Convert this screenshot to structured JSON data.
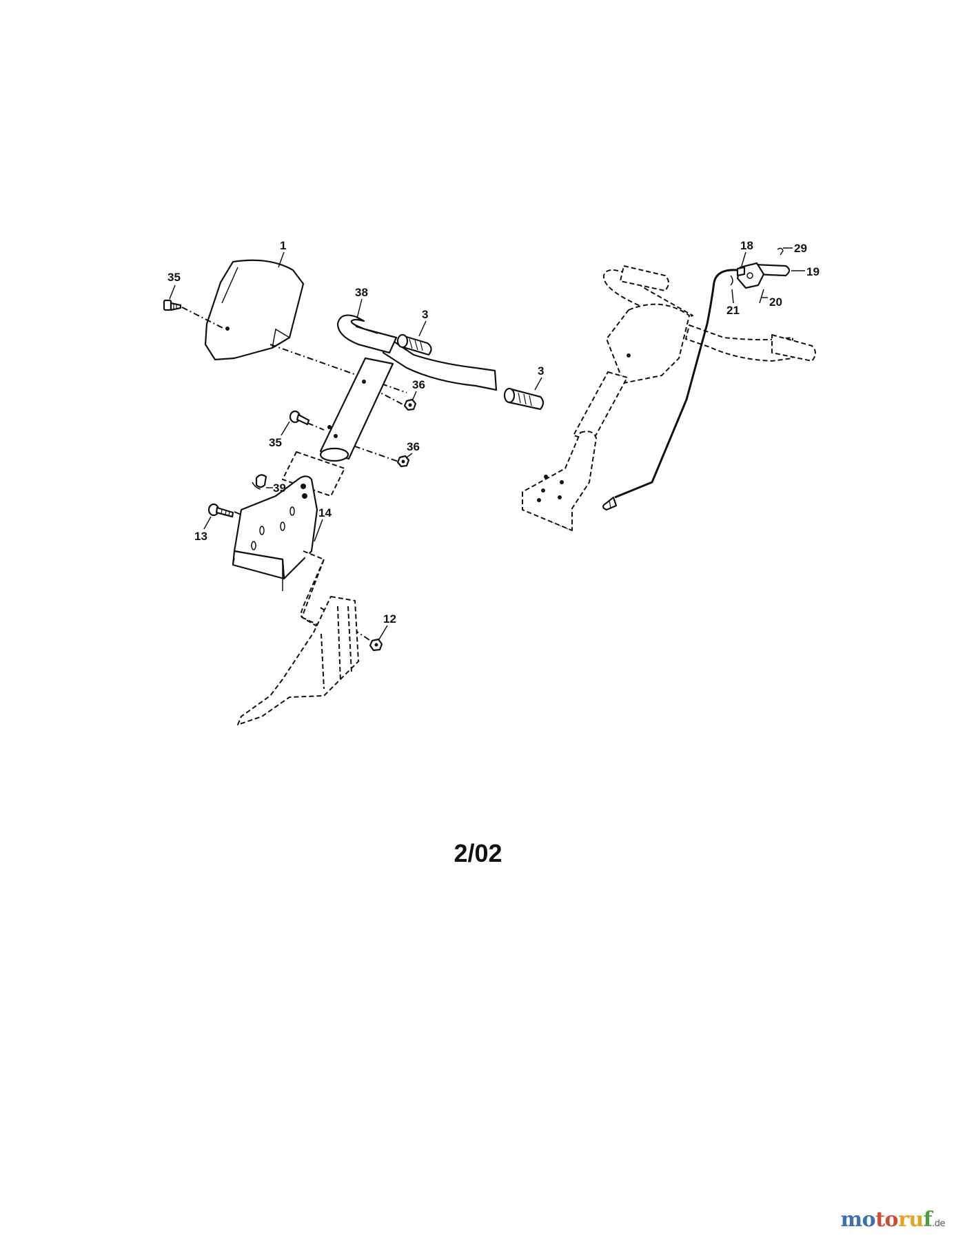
{
  "page_code": "2/02",
  "watermark": {
    "text": "motoruf",
    "suffix": ".de"
  },
  "callouts": {
    "c1": "1",
    "c35a": "35",
    "c38": "38",
    "c3a": "3",
    "c3b": "3",
    "c36a": "36",
    "c35b": "35",
    "c36b": "36",
    "c39": "39",
    "c14": "14",
    "c13": "13",
    "c12": "12",
    "c18": "18",
    "c29": "29",
    "c19": "19",
    "c21": "21",
    "c20": "20"
  }
}
